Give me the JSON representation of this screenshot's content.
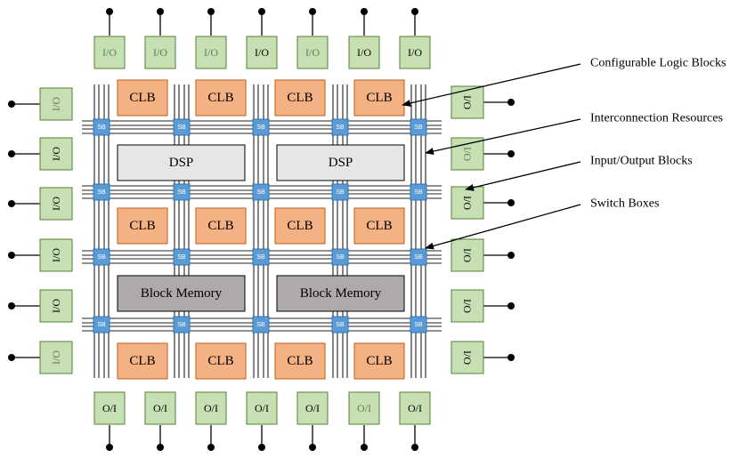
{
  "diagram": {
    "top_io_labels": [
      "I/O",
      "I/O",
      "I/O",
      "I/O",
      "I/O",
      "I/O",
      "I/O"
    ],
    "top_io_dim": [
      true,
      true,
      true,
      false,
      true,
      false,
      false
    ],
    "bottom_io_labels": [
      "O/I",
      "O/I",
      "O/I",
      "O/I",
      "O/I",
      "O/I",
      "O/I"
    ],
    "bottom_io_dim": [
      false,
      false,
      false,
      false,
      false,
      true,
      false
    ],
    "left_io_labels": [
      "I/O",
      "I/O",
      "I/O",
      "I/O",
      "I/O",
      "I/O"
    ],
    "left_io_dim": [
      true,
      false,
      false,
      false,
      false,
      true
    ],
    "right_io_labels": [
      "I/O",
      "I/O",
      "I/O",
      "I/O",
      "I/O",
      "I/O"
    ],
    "right_io_dim": [
      false,
      true,
      false,
      false,
      false,
      false
    ],
    "clb_label": "CLB",
    "dsp_label": "DSP",
    "memory_label": "Block Memory",
    "sb_label": "SB",
    "legend": [
      "Configurable Logic Blocks",
      "Interconnection Resources",
      "Input/Output Blocks",
      "Switch Boxes"
    ],
    "colors": {
      "io_fill": "#c6e0b4",
      "io_stroke": "#548235",
      "clb_fill": "#f4b183",
      "clb_stroke": "#c55a11",
      "dsp_fill": "#e7e6e6",
      "memory_fill": "#aeaaaa",
      "sb_fill": "#5b9bd5",
      "sb_stroke": "#2e75b6"
    }
  }
}
